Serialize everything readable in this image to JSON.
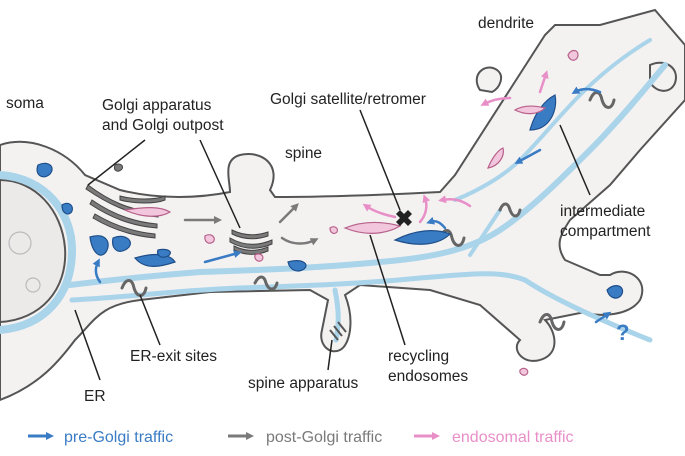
{
  "labels": {
    "soma": "soma",
    "dendrite": "dendrite",
    "spine": "spine",
    "golgi_line1": "Golgi apparatus",
    "golgi_line2": "and Golgi outpost",
    "golgi_satellite": "Golgi satellite/retromer",
    "intermediate_line1": "intermediate",
    "intermediate_line2": "compartment",
    "er_exit": "ER-exit sites",
    "spine_apparatus": "spine apparatus",
    "recycling_line1": "recycling",
    "recycling_line2": "endosomes",
    "er": "ER",
    "question": "?"
  },
  "legend": [
    {
      "label": "pre-Golgi traffic",
      "color": "#3a7cc4"
    },
    {
      "label": "post-Golgi traffic",
      "color": "#7a7a7a"
    },
    {
      "label": "endosomal traffic",
      "color": "#e88fc8"
    }
  ],
  "colors": {
    "cell_fill": "#f4f1f1",
    "outline": "#555555",
    "er": "#a9d4ea",
    "pre_golgi": "#3a7cc4",
    "golgi": "#7a7a7a",
    "endosome_fill": "#f2c6dc",
    "endosome_stroke": "#b6608a"
  }
}
